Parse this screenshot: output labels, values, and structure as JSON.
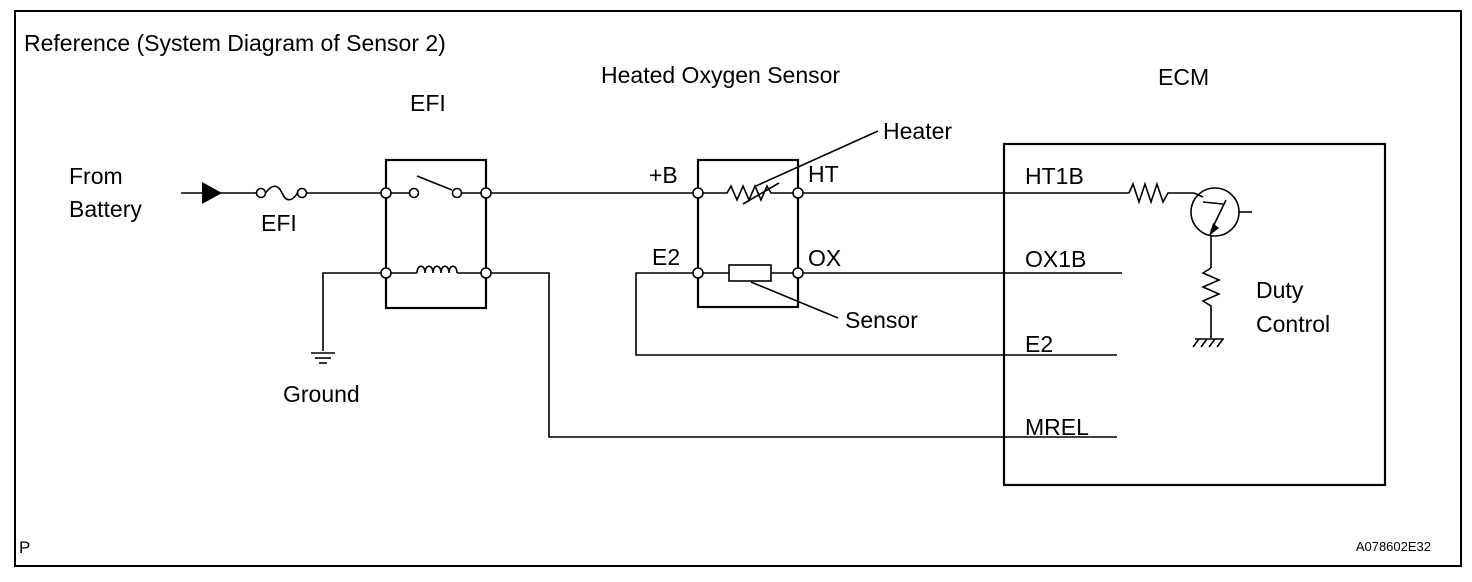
{
  "title": "Reference (System Diagram of Sensor 2)",
  "labels": {
    "efi_relay": "EFI",
    "sensor_block": "Heated Oxygen Sensor",
    "ecm": "ECM",
    "from_line1": "From",
    "from_line2": "Battery",
    "efi_fuse": "EFI",
    "ground": "Ground",
    "heater": "Heater",
    "sensor": "Sensor",
    "plus_b": "+B",
    "ht": "HT",
    "e2_sensor": "E2",
    "ox": "OX",
    "ht1b": "HT1B",
    "ox1b": "OX1B",
    "e2_ecm": "E2",
    "mrel": "MREL",
    "duty_line1": "Duty",
    "duty_line2": "Control"
  },
  "footer": {
    "left_code": "P",
    "figure_id": "A078602E32"
  }
}
